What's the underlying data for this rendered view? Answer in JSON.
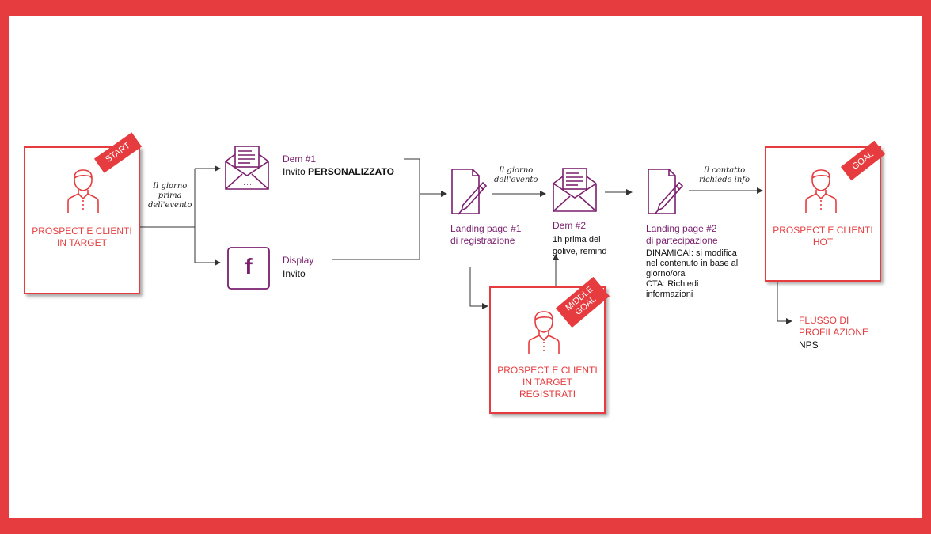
{
  "nodes": {
    "start": {
      "label": "PROSPECT E CLIENTI\nIN TARGET",
      "badge": "START"
    },
    "middle": {
      "label": "PROSPECT E CLIENTI\nIN TARGET\nREGISTRATI",
      "badge": "MIDDLE\nGOAL"
    },
    "goal": {
      "label": "PROSPECT E CLIENTI\nHOT",
      "badge": "GOAL"
    }
  },
  "steps": {
    "dem1": {
      "title": "Dem #1",
      "text_prefix": "Invito ",
      "text_bold": "PERSONALIZZATO"
    },
    "display": {
      "title": "Display",
      "text": "Invito",
      "icon_letter": "f"
    },
    "landing1": {
      "title": "Landing page #1\ndi registrazione"
    },
    "dem2": {
      "title": "Dem #2",
      "text": "1h prima del\ngolive, remind"
    },
    "landing2": {
      "title": "Landing page #2\ndi partecipazione",
      "text": "DINAMICA!: si modifica\nnel contenuto in base al\ngiorno/ora\nCTA: Richiedi\ninformazioni"
    },
    "flusso": {
      "title": "FLUSSO DI\nPROFILAZIONE",
      "text": "NPS"
    }
  },
  "notes": {
    "n1": "Il giorno\nprima\ndell'evento",
    "n2": "Il giorno\ndell'evento",
    "n3": "Il contatto\nrichiede info"
  },
  "colors": {
    "red": "#e63c3f",
    "purple": "#7a1f6e",
    "line": "#333333"
  },
  "icons": [
    "person-icon",
    "envelope-icon",
    "facebook-icon",
    "document-pen-icon"
  ]
}
